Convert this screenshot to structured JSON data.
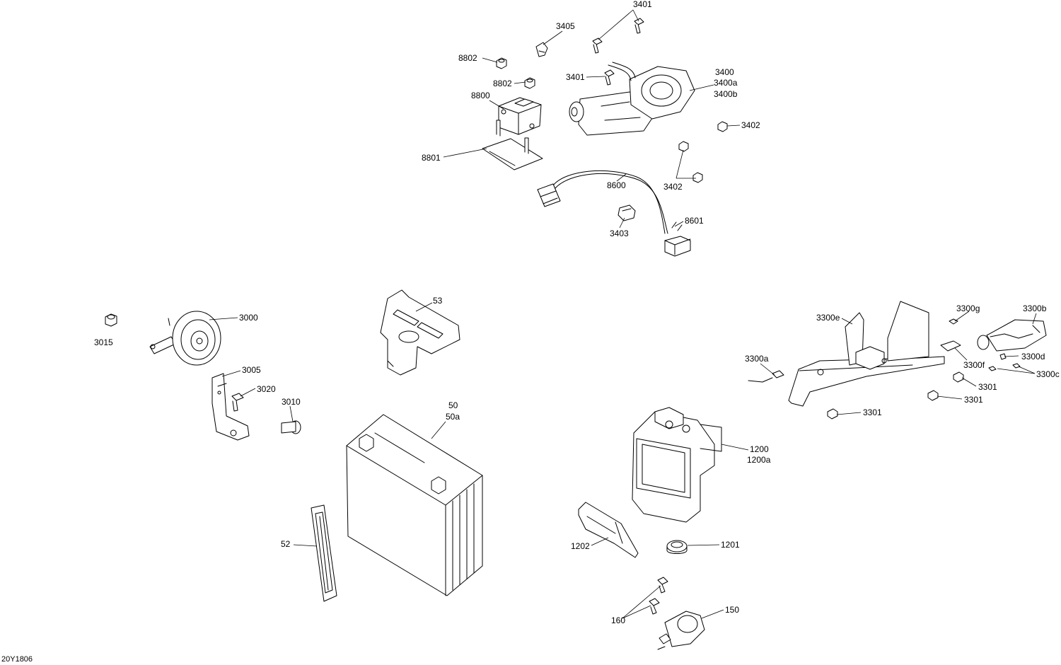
{
  "diagram_code": "20Y1806",
  "labels": {
    "l3401a": "3401",
    "l3405": "3405",
    "l8802a": "8802",
    "l8802b": "8802",
    "l3401b": "3401",
    "l3400": "3400",
    "l3400a": "3400a",
    "l3400b": "3400b",
    "l8800": "8800",
    "l3402a": "3402",
    "l8801": "8801",
    "l8600": "8600",
    "l3402b": "3402",
    "l8601": "8601",
    "l3403": "3403",
    "l53": "53",
    "l3000": "3000",
    "l3015": "3015",
    "l3005": "3005",
    "l3020": "3020",
    "l3010": "3010",
    "l50": "50",
    "l50a": "50a",
    "l52": "52",
    "l3300e": "3300e",
    "l3300g": "3300g",
    "l3300b": "3300b",
    "l3300a": "3300a",
    "l3300d": "3300d",
    "l3300f": "3300f",
    "l3300c": "3300c",
    "l3301a": "3301",
    "l3301b": "3301",
    "l3301c": "3301",
    "l1200": "1200",
    "l1200a": "1200a",
    "l1202": "1202",
    "l1201": "1201",
    "l160": "160",
    "l150": "150"
  }
}
